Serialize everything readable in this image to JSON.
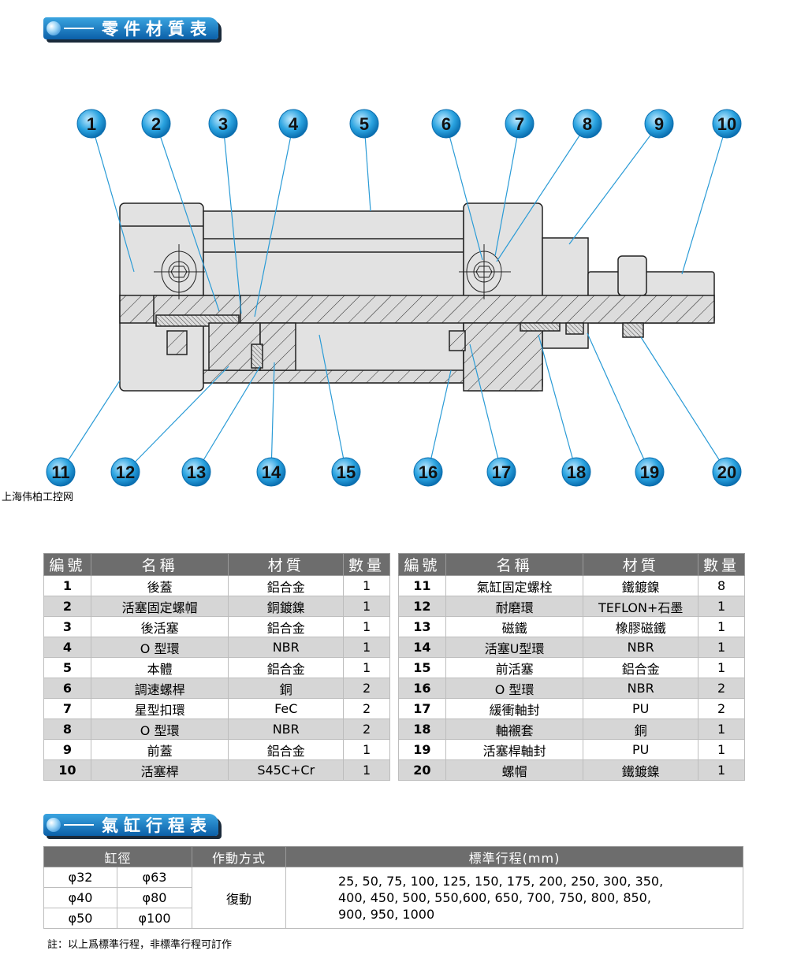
{
  "section1": {
    "title": "零件材質表"
  },
  "section2": {
    "title": "氣缸行程表"
  },
  "watermark": "上海伟柏工控网",
  "diagram": {
    "top_labels": [
      "1",
      "2",
      "3",
      "4",
      "5",
      "6",
      "7",
      "8",
      "9",
      "10"
    ],
    "bottom_labels": [
      "11",
      "12",
      "13",
      "14",
      "15",
      "16",
      "17",
      "18",
      "19",
      "20"
    ],
    "accent": "#2aa3e0"
  },
  "parts": {
    "headers": [
      "編號",
      "名稱",
      "材質",
      "數量"
    ],
    "left": [
      [
        "1",
        "後蓋",
        "鋁合金",
        "1"
      ],
      [
        "2",
        "活塞固定螺帽",
        "銅鍍鎳",
        "1"
      ],
      [
        "3",
        "後活塞",
        "鋁合金",
        "1"
      ],
      [
        "4",
        "O 型環",
        "NBR",
        "1"
      ],
      [
        "5",
        "本體",
        "鋁合金",
        "1"
      ],
      [
        "6",
        "調速螺桿",
        "銅",
        "2"
      ],
      [
        "7",
        "星型扣環",
        "FeC",
        "2"
      ],
      [
        "8",
        "O 型環",
        "NBR",
        "2"
      ],
      [
        "9",
        "前蓋",
        "鋁合金",
        "1"
      ],
      [
        "10",
        "活塞桿",
        "S45C+Cr",
        "1"
      ]
    ],
    "right": [
      [
        "11",
        "氣缸固定螺栓",
        "鐵鍍鎳",
        "8"
      ],
      [
        "12",
        "耐磨環",
        "TEFLON+石墨",
        "1"
      ],
      [
        "13",
        "磁鐵",
        "橡膠磁鐵",
        "1"
      ],
      [
        "14",
        "活塞U型環",
        "NBR",
        "1"
      ],
      [
        "15",
        "前活塞",
        "鋁合金",
        "1"
      ],
      [
        "16",
        "O 型環",
        "NBR",
        "2"
      ],
      [
        "17",
        "緩衝軸封",
        "PU",
        "2"
      ],
      [
        "18",
        "軸襯套",
        "銅",
        "1"
      ],
      [
        "19",
        "活塞桿軸封",
        "PU",
        "1"
      ],
      [
        "20",
        "螺帽",
        "鐵鍍鎳",
        "1"
      ]
    ]
  },
  "stroke": {
    "headers": [
      "缸徑",
      "作動方式",
      "標準行程(mm)"
    ],
    "bores": [
      [
        "φ32",
        "φ63"
      ],
      [
        "φ40",
        "φ80"
      ],
      [
        "φ50",
        "φ100"
      ]
    ],
    "action": "復動",
    "strokes": [
      "25, 50, 75, 100, 125, 150, 175, 200, 250, 300, 350,",
      "400, 450, 500, 550,600, 650, 700, 750, 800, 850,",
      "900, 950, 1000"
    ],
    "note": "註：以上爲標準行程，非標準行程可訂作"
  }
}
